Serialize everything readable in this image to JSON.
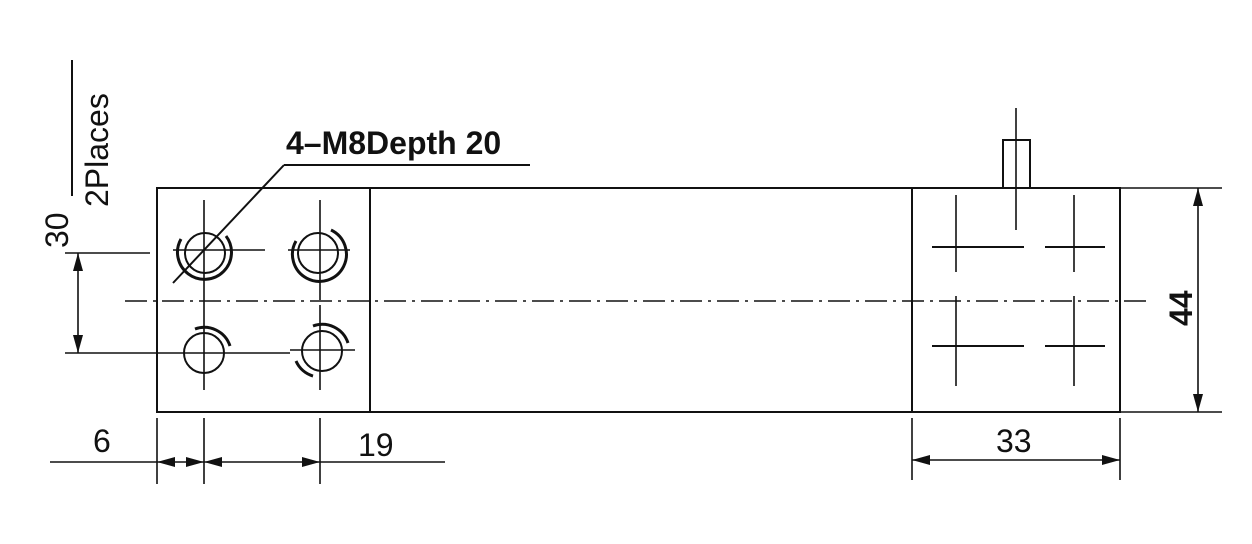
{
  "callout": {
    "label": "4–M8Depth 20"
  },
  "places_label": "2Places",
  "dimensions": {
    "vertical_spacing": "30",
    "height": "44",
    "edge_offset": "6",
    "hole_spacing": "19",
    "right_block": "33"
  }
}
